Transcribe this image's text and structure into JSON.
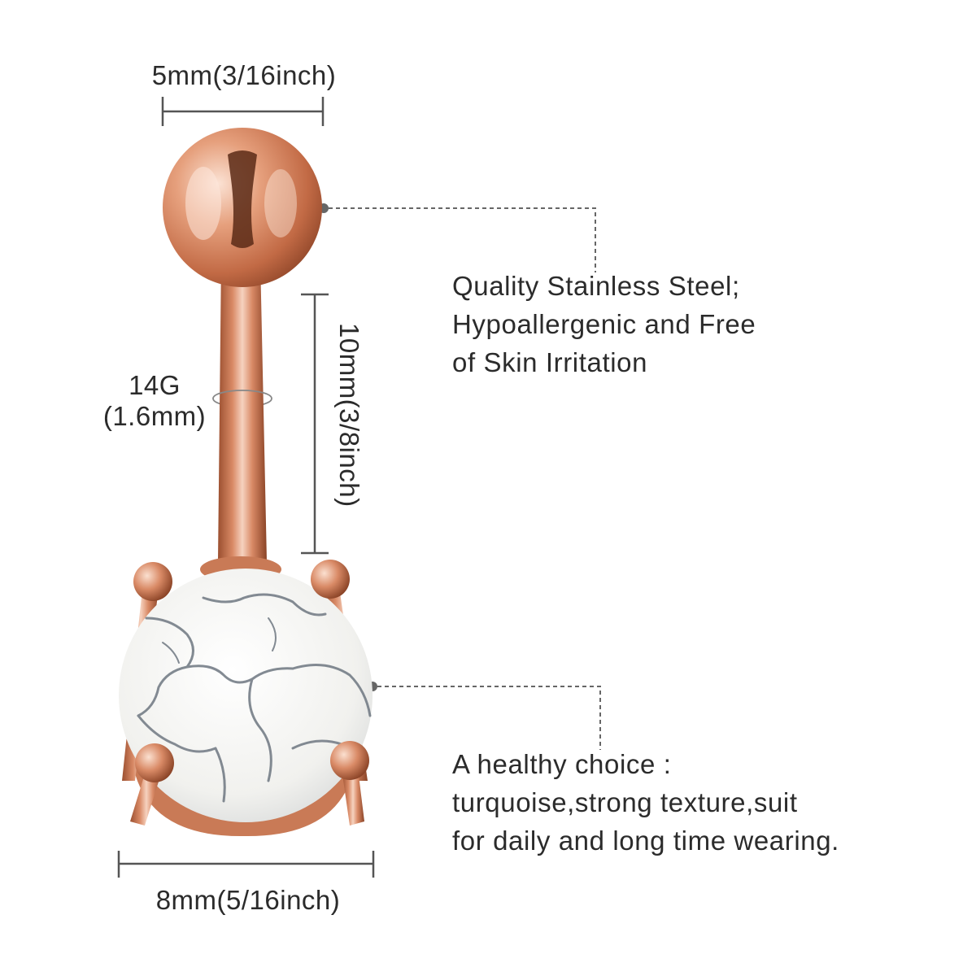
{
  "dimensions": {
    "top_ball_width": "5mm(3/16inch)",
    "bar_gauge_line1": "14G",
    "bar_gauge_line2": "(1.6mm)",
    "bar_length": "10mm(3/8inch)",
    "gem_width": "8mm(5/16inch)"
  },
  "callouts": {
    "material": {
      "lines": [
        "Quality Stainless Steel;",
        "Hypoallergenic and Free",
        "of Skin Irritation"
      ]
    },
    "stone": {
      "lines": [
        "A healthy choice :",
        "turquoise,strong texture,suit",
        "for daily and long time wearing."
      ]
    }
  },
  "colors": {
    "metal": "#d98a66",
    "metal_highlight": "#f6d2bf",
    "metal_shadow": "#8a4326",
    "stone_base": "#f3f3f1",
    "stone_veins": "#6e7781",
    "dimension_lines": "#555555",
    "text": "#2b2b2b"
  }
}
